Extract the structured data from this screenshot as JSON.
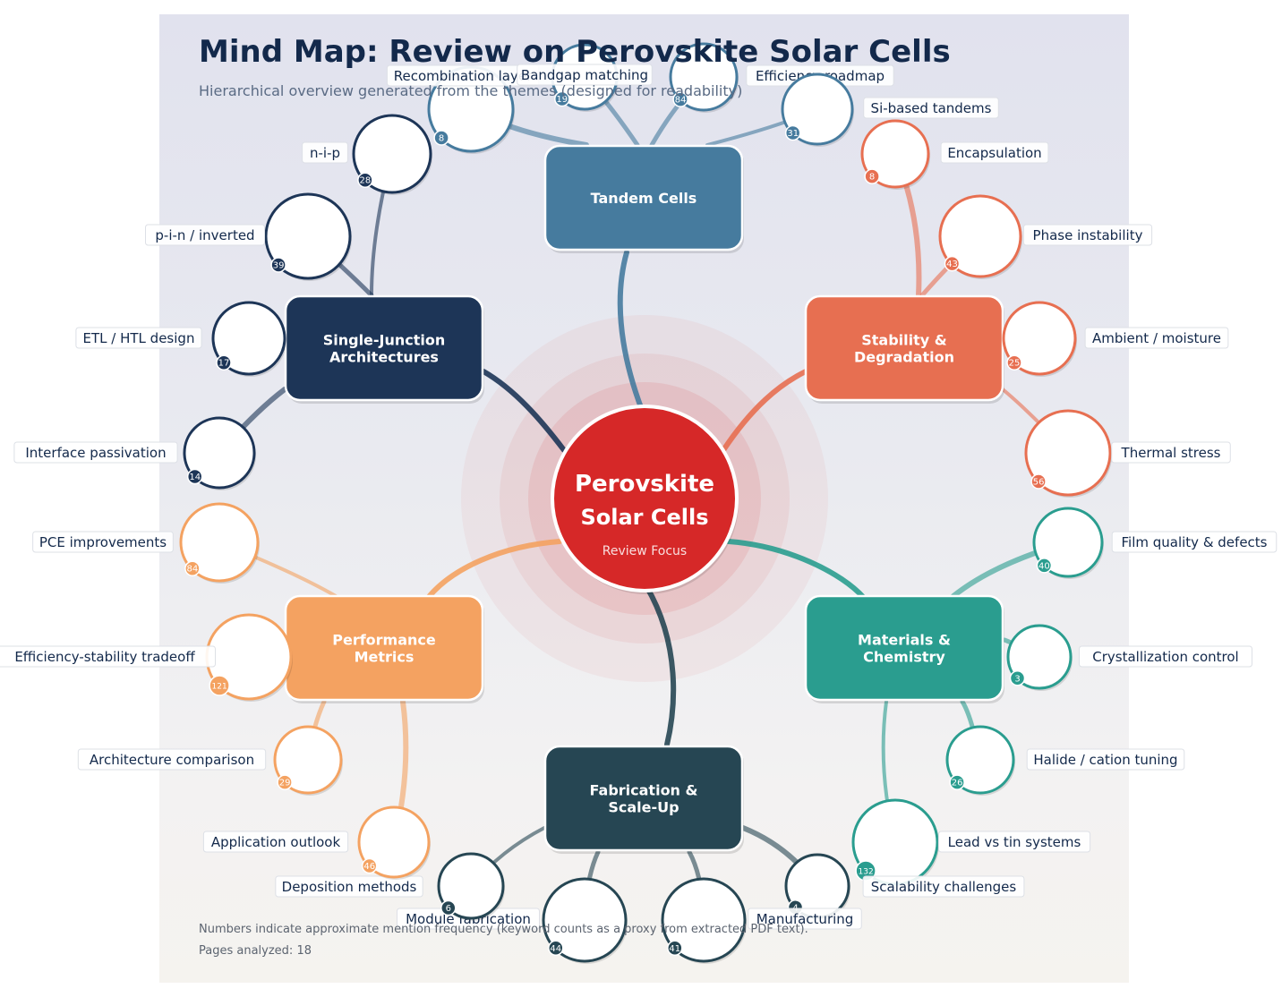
{
  "title": "Mind Map: Review on Perovskite Solar Cells",
  "subtitle": "Hierarchical overview generated from the themes (designed for readability)",
  "center": {
    "line1": "Perovskite",
    "line2": "Solar Cells",
    "caption": "Review Focus"
  },
  "branches": [
    {
      "key": "tandem",
      "label_lines": [
        "Tandem Cells"
      ],
      "color": "#467b9e",
      "leaves": [
        {
          "label": "Recombination layer",
          "count": 8
        },
        {
          "label": "Bandgap matching",
          "count": 19
        },
        {
          "label": "Efficiency roadmap",
          "count": 84
        },
        {
          "label": "Si-based tandems",
          "count": 31
        }
      ]
    },
    {
      "key": "stability",
      "label_lines": [
        "Stability &",
        "Degradation"
      ],
      "color": "#e76f51",
      "leaves": [
        {
          "label": "Encapsulation",
          "count": 8
        },
        {
          "label": "Phase instability",
          "count": 43
        },
        {
          "label": "Ambient / moisture",
          "count": 25
        },
        {
          "label": "Thermal stress",
          "count": 56
        }
      ]
    },
    {
      "key": "materials",
      "label_lines": [
        "Materials &",
        "Chemistry"
      ],
      "color": "#2a9d8f",
      "leaves": [
        {
          "label": "Film quality & defects",
          "count": 40
        },
        {
          "label": "Crystallization control",
          "count": 3
        },
        {
          "label": "Halide / cation tuning",
          "count": 26
        },
        {
          "label": "Lead vs tin systems",
          "count": 132
        }
      ]
    },
    {
      "key": "fabrication",
      "label_lines": [
        "Fabrication &",
        "Scale-Up"
      ],
      "color": "#264653",
      "leaves": [
        {
          "label": "Scalability challenges",
          "count": 4
        },
        {
          "label": "Manufacturing",
          "count": 41
        },
        {
          "label": "Module fabrication",
          "count": 44
        },
        {
          "label": "Deposition methods",
          "count": 6
        }
      ]
    },
    {
      "key": "performance",
      "label_lines": [
        "Performance",
        "Metrics"
      ],
      "color": "#f4a261",
      "leaves": [
        {
          "label": "Application outlook",
          "count": 46
        },
        {
          "label": "Architecture comparison",
          "count": 29
        },
        {
          "label": "Efficiency-stability tradeoff",
          "count": 121
        },
        {
          "label": "PCE improvements",
          "count": 84
        }
      ]
    },
    {
      "key": "single",
      "label_lines": [
        "Single-Junction",
        "Architectures"
      ],
      "color": "#1d3557",
      "leaves": [
        {
          "label": "Interface passivation",
          "count": 14
        },
        {
          "label": "ETL / HTL design",
          "count": 17
        },
        {
          "label": "p-i-n / inverted",
          "count": 39
        },
        {
          "label": "n-i-p",
          "count": 28
        }
      ]
    }
  ],
  "footnote": "Numbers indicate approximate mention frequency (keyword counts as a proxy from extracted PDF text).",
  "pages_analyzed": "Pages analyzed: 18"
}
